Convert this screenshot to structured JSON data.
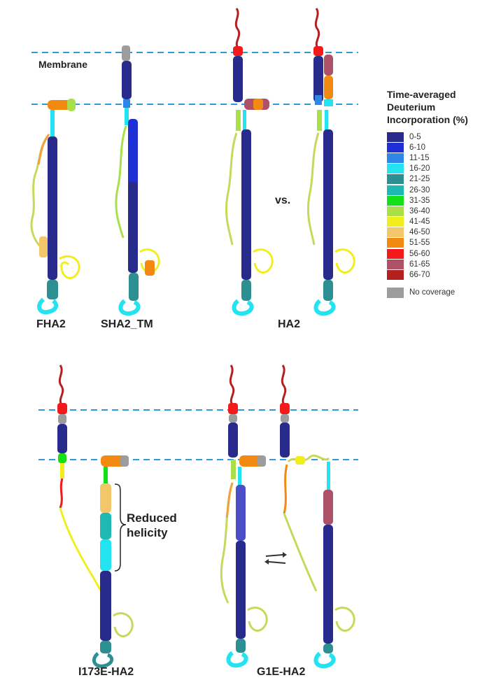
{
  "labels": {
    "membrane": "Membrane",
    "fha2": "FHA2",
    "sha2_tm": "SHA2_TM",
    "ha2": "HA2",
    "versus": "vs.",
    "i173e": "I173E-HA2",
    "g1e": "G1E-HA2",
    "reduced_helicity": "Reduced\nhelicity"
  },
  "legend": {
    "title": "Time-averaged\nDeuterium\nIncorporation (%)",
    "bins": [
      {
        "label": "0-5",
        "color": "#282b8c"
      },
      {
        "label": "6-10",
        "color": "#1f2fd6"
      },
      {
        "label": "11-15",
        "color": "#2f86e9"
      },
      {
        "label": "16-20",
        "color": "#22e3ef"
      },
      {
        "label": "21-25",
        "color": "#2c8f92"
      },
      {
        "label": "26-30",
        "color": "#1fb8b3"
      },
      {
        "label": "31-35",
        "color": "#14e01a"
      },
      {
        "label": "36-40",
        "color": "#a9e04a"
      },
      {
        "label": "41-45",
        "color": "#f2ee1e"
      },
      {
        "label": "46-50",
        "color": "#f3c66a"
      },
      {
        "label": "51-55",
        "color": "#f28a12"
      },
      {
        "label": "56-60",
        "color": "#f21a1a"
      },
      {
        "label": "61-65",
        "color": "#ad5168"
      },
      {
        "label": "66-70",
        "color": "#b3201f"
      }
    ],
    "no_coverage": {
      "label": "No coverage",
      "color": "#9c9c9c"
    }
  },
  "colors": {
    "membrane_line": "#2b9be0",
    "arrow": "#333333"
  }
}
